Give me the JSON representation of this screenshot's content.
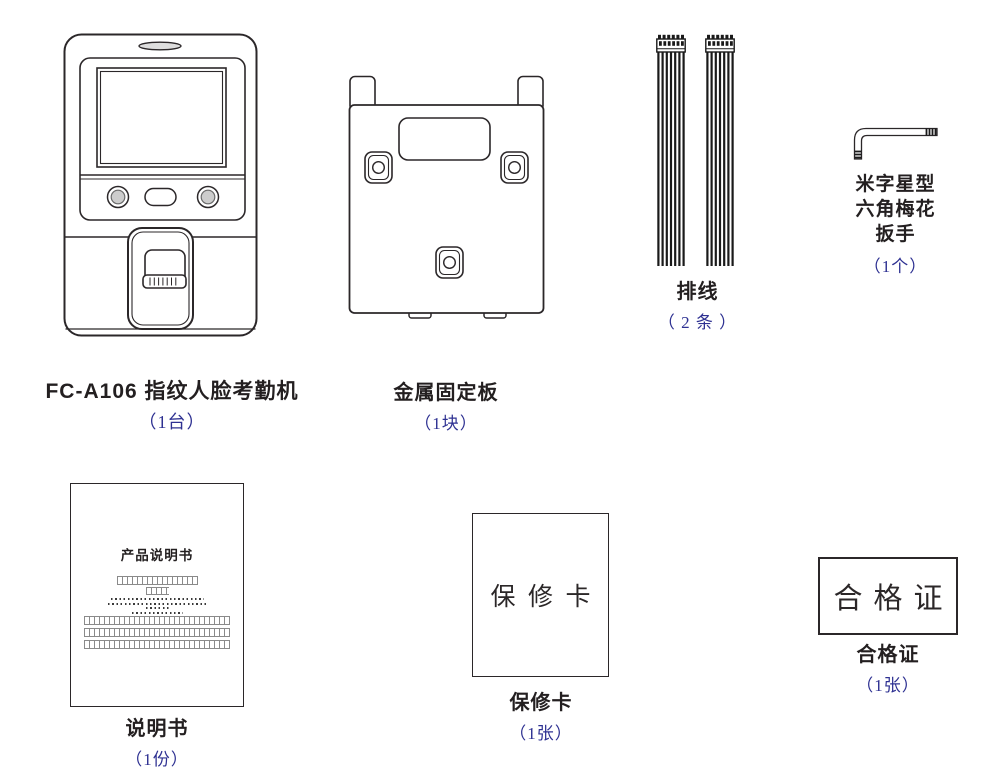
{
  "colors": {
    "ink": "#231f20",
    "accent_blue": "#2e3192",
    "line": "#2b2729"
  },
  "items": {
    "device": {
      "name": "FC-A106 指纹人脸考勤机",
      "qty": "（1台）"
    },
    "plate": {
      "name": "金属固定板",
      "qty": "（1块）"
    },
    "cables": {
      "name": "排线",
      "qty": "（ 2 条 ）"
    },
    "wrench": {
      "name_lines": [
        "米字星型",
        "六角梅花",
        "扳手"
      ],
      "qty": "（1个）"
    },
    "manual": {
      "cover_title": "产品说明书",
      "name": "说明书",
      "qty": "（1份）"
    },
    "warranty": {
      "card_text": "保修卡",
      "name": "保修卡",
      "qty": "（1张）"
    },
    "certificate": {
      "card_text": "合格证",
      "name": "合格证",
      "qty": "（1张）"
    }
  }
}
